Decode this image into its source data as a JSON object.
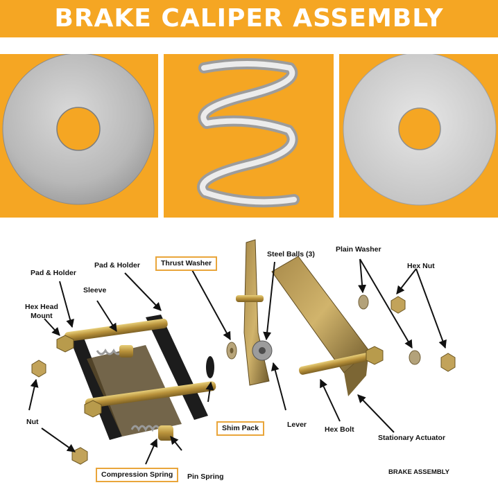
{
  "title": "BRAKE  CALIPER ASSEMBLY",
  "colors": {
    "accent": "#f5a623",
    "box_border": "#e9a53a",
    "metal_dark": "#6f6a5e",
    "brass": "#c9a54a"
  },
  "panels": [
    {
      "icon": "flat-washer-icon"
    },
    {
      "icon": "coil-spring-icon"
    },
    {
      "icon": "plain-washer-icon"
    }
  ],
  "labels": {
    "pad_holder_left": "Pad & Holder",
    "pad_holder_right": "Pad & Holder",
    "sleeve": "Sleeve",
    "hex_head_mount": "Hex Head\nMount",
    "nut": "Nut",
    "thrust_washer": "Thrust Washer",
    "shim_pack": "Shim Pack",
    "compression_spring": "Compression Spring",
    "pin_spring": "Pin Spring",
    "steel_balls": "Steel Balls (3)",
    "plain_washer": "Plain Washer",
    "hex_nut": "Hex Nut",
    "lever": "Lever",
    "hex_bolt": "Hex Bolt",
    "stationary_actuator": "Stationary Actuator",
    "caption": "BRAKE ASSEMBLY"
  }
}
